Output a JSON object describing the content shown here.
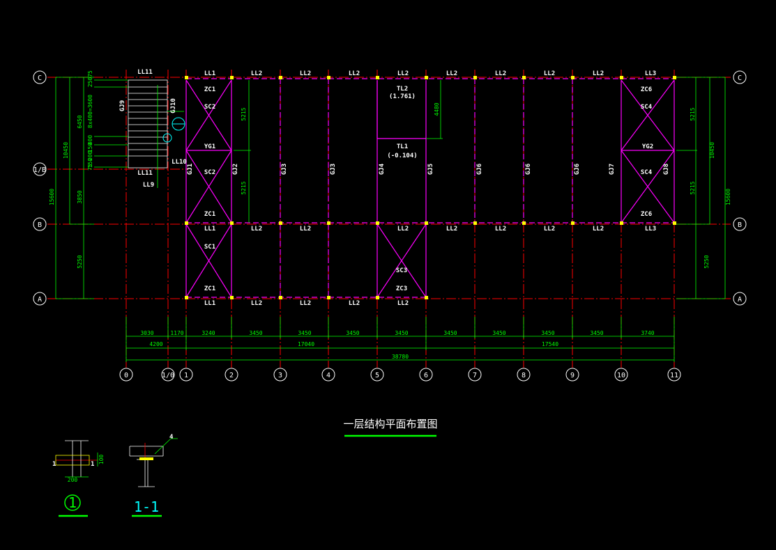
{
  "drawing_title": "一层结构平面布置图",
  "row_axes": [
    "C",
    "1/B",
    "B",
    "A"
  ],
  "col_axes": [
    "0",
    "1/0",
    "1",
    "2",
    "3",
    "4",
    "5",
    "6",
    "7",
    "8",
    "9",
    "10",
    "11"
  ],
  "beams_top": [
    "LL1",
    "LL2",
    "LL2",
    "LL2",
    "LL2",
    "LL2",
    "LL2",
    "LL2",
    "LL2",
    "LL3"
  ],
  "beams_mid": [
    "LL1",
    "LL2",
    "LL2",
    "LL2",
    "LL2",
    "LL2",
    "LL2",
    "LL2",
    "LL3"
  ],
  "beams_bot": [
    "LL1",
    "LL2",
    "LL2",
    "LL2",
    "LL2"
  ],
  "stair": {
    "top": "LL11",
    "bottom": "LL11",
    "below": "LL9",
    "left_col": "GJ9",
    "right_col": "GJ10",
    "right_beam": "LL10"
  },
  "braces": {
    "zc1": "ZC1",
    "zc6": "ZC6",
    "zc3": "ZC3",
    "sc2": "SC2",
    "sc1": "SC1",
    "sc3": "SC3",
    "sc4": "SC4",
    "yg1": "YG1",
    "yg2": "YG2"
  },
  "columns": [
    "GJ1",
    "GJ2",
    "GJ3",
    "GJ3",
    "GJ4",
    "GJ5",
    "GJ6",
    "GJ6",
    "GJ6",
    "GJ7",
    "GJ8"
  ],
  "tl2": {
    "name": "TL2",
    "elev": "(1.761)"
  },
  "tl1": {
    "name": "TL1",
    "elev": "(-0.104)"
  },
  "dims_row1": [
    "3030",
    "1170",
    "3240",
    "3450",
    "3450",
    "3450",
    "3450",
    "3450",
    "3450",
    "3450",
    "3450",
    "3740"
  ],
  "dims_row2": [
    "4200",
    "17040",
    "17540"
  ],
  "dims_total": "38780",
  "left_dims": {
    "a": "10450",
    "b": "6450",
    "c": "15600",
    "d": "3850",
    "e": "5250"
  },
  "right_dims": {
    "a": "5215",
    "b": "10450",
    "c": "5215",
    "d": "15600",
    "e": "5250"
  },
  "inner_dims": {
    "gj1": "5215",
    "gj1b": "5215",
    "tl": "4480"
  },
  "stair_dims": [
    "75",
    "250",
    "8x400=3600",
    "400",
    "150",
    "200",
    "150",
    "75"
  ],
  "detail1": {
    "marker": "1",
    "cut": "1",
    "dim_w": "200",
    "dim_h": "100"
  },
  "detail2": {
    "label": "1-1",
    "weld": "4"
  }
}
